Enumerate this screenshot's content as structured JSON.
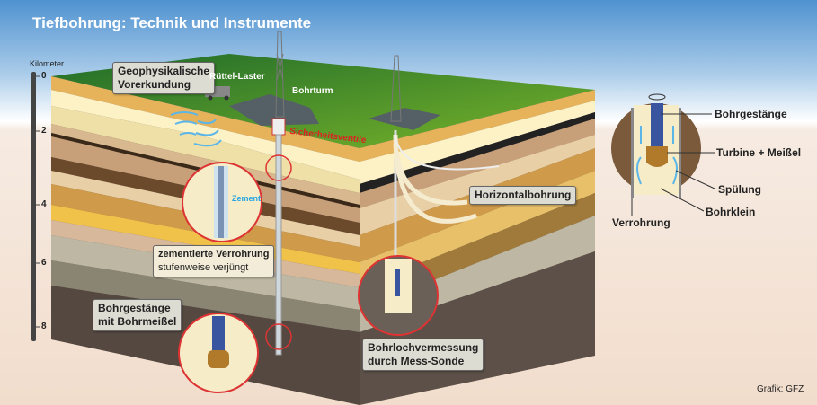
{
  "title": "Tiefbohrung: Technik und Instrumente",
  "scale": {
    "unit": "Kilometer",
    "ticks": [
      "0",
      "2",
      "4",
      "6",
      "8"
    ]
  },
  "labels": {
    "geophysik_1": "Geophysikalische",
    "geophysik_2": "Vorerkundung",
    "ruettel": "Rüttel-Laster",
    "bohrturm": "Bohrturm",
    "sicherheit": "Sicherheitsventile",
    "zement": "Zement",
    "horizontal": "Horizontalbohrung",
    "verrohrung_1": "zementierte Verrohrung",
    "verrohrung_2": "stufenweise verjüngt",
    "bohrgestaenge_1": "Bohrgestänge",
    "bohrgestaenge_2": "mit Bohrmeißel",
    "sonde_1": "Bohrlochvermessung",
    "sonde_2": "durch Mess-Sonde"
  },
  "detail": {
    "bohrgestaenge": "Bohrgestänge",
    "turbine": "Turbine + Meißel",
    "spuelung": "Spülung",
    "bohrklein": "Bohrklein",
    "verrohrung": "Verrohrung"
  },
  "credit": "Grafik: GFZ"
}
